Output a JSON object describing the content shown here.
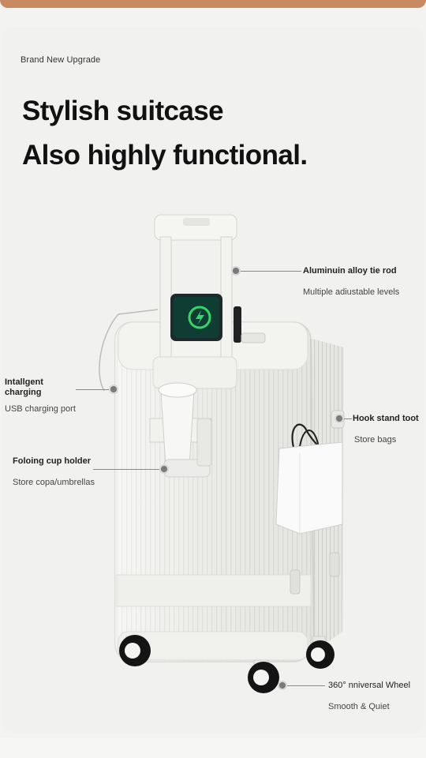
{
  "eyebrow": "Brand New Upgrade",
  "headline": {
    "line1": "Stylish suitcase",
    "line2": "Also highly functional."
  },
  "callouts": {
    "rod": {
      "title": "Aluminuin alloy tie rod",
      "sub": "Multiple adiustable levels"
    },
    "charging": {
      "title_line1": "Intallgent",
      "title_line2": "charging",
      "sub": "USB charging port"
    },
    "hook": {
      "title": "Hook stand toot",
      "sub": "Store bags"
    },
    "cup": {
      "title": "Foloing cup holder",
      "sub": "Store copa/umbrellas"
    },
    "wheel": {
      "title": "360° nniversal Wheel",
      "sub": "Smooth & Quiet"
    }
  },
  "colors": {
    "accent_band": "#c98961",
    "suitcase": "#ededea",
    "phone_glow": "#39d36a"
  },
  "icons": [
    "charging-bolt-icon"
  ]
}
